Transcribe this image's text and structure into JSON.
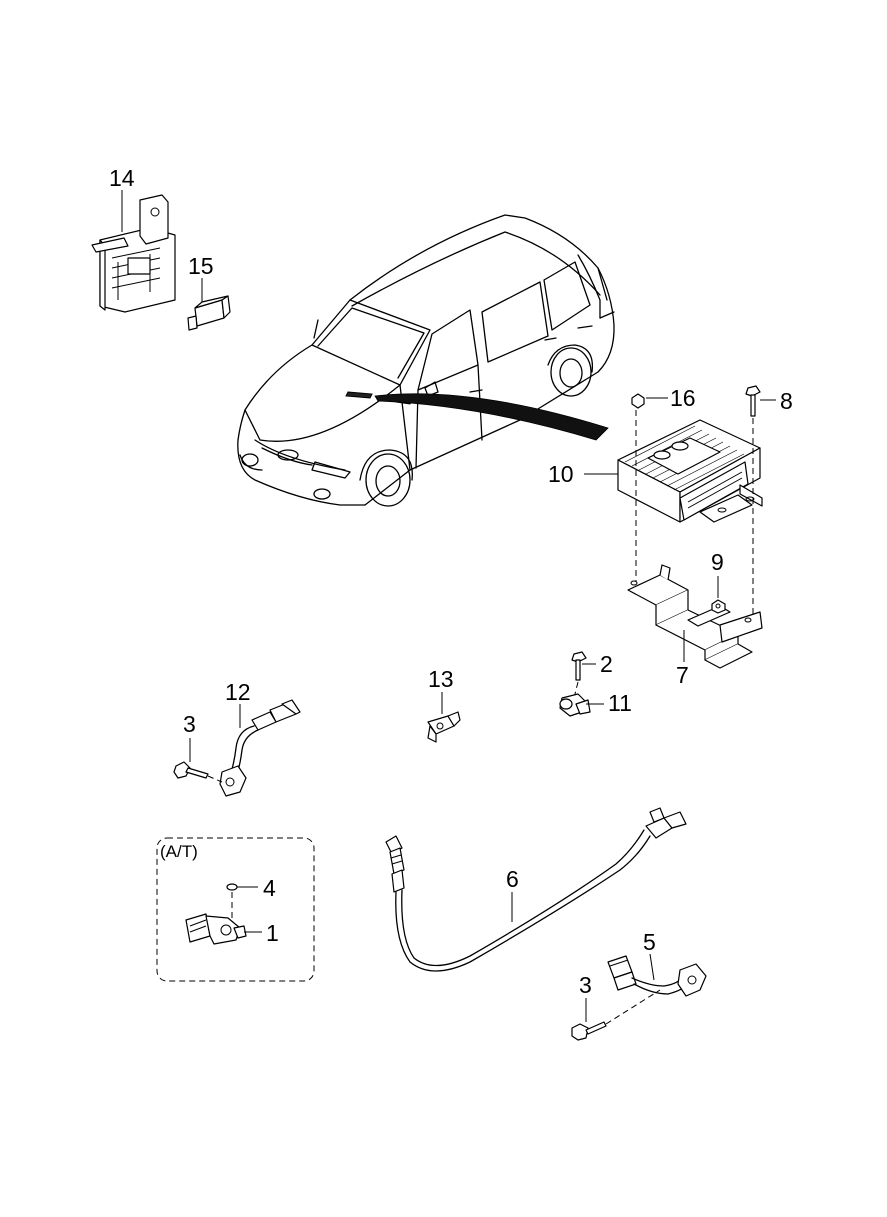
{
  "callouts": {
    "c1": "1",
    "c2": "2",
    "c3a": "3",
    "c3b": "3",
    "c4": "4",
    "c5": "5",
    "c6": "6",
    "c7": "7",
    "c8": "8",
    "c9": "9",
    "c10": "10",
    "c11": "11",
    "c12": "12",
    "c13": "13",
    "c14": "14",
    "c15": "15",
    "c16": "16"
  },
  "at_box": {
    "label": "(A/T)"
  }
}
